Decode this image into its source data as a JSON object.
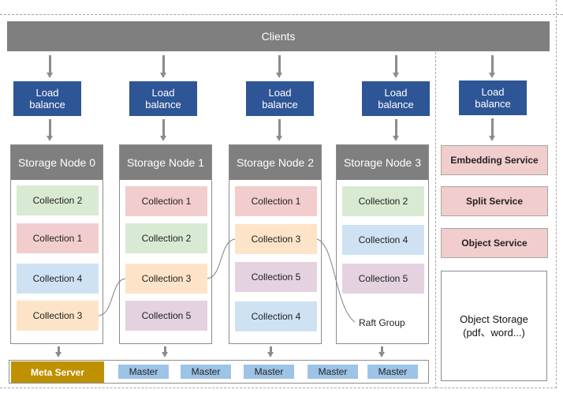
{
  "clients_label": "Clients",
  "load_balance_label": "Load balance",
  "storage_nodes": [
    {
      "title": "Storage Node 0",
      "collections": [
        "Collection 2",
        "Collection 1",
        "Collection 4",
        "Collection 3"
      ]
    },
    {
      "title": "Storage Node 1",
      "collections": [
        "Collection 1",
        "Collection 2",
        "Collection 3",
        "Collection 5"
      ]
    },
    {
      "title": "Storage Node 2",
      "collections": [
        "Collection 1",
        "Collection 3",
        "Collection 5",
        "Collection 4"
      ]
    },
    {
      "title": "Storage Node 3",
      "collections": [
        "Collection 2",
        "Collection 4",
        "Collection 5"
      ]
    }
  ],
  "raft_group_label": "Raft Group",
  "meta_server_label": "Meta Server",
  "masters": [
    "Master",
    "Master",
    "Master",
    "Master",
    "Master"
  ],
  "services": [
    "Embedding Service",
    "Split Service",
    "Object Service"
  ],
  "object_storage": {
    "title": "Object Storage",
    "subtitle": "(pdf、word...)"
  },
  "colors": {
    "node_header": "#7f7f7f",
    "load_balance": "#2e5596",
    "meta_server": "#bf9000",
    "master": "#9dc3e6",
    "service": "#f2cdcd",
    "collection_1": "#f2cdcd",
    "collection_2": "#d9ead3",
    "collection_3": "#fde4c8",
    "collection_4": "#cfe2f3",
    "collection_5": "#e4d2e0"
  }
}
